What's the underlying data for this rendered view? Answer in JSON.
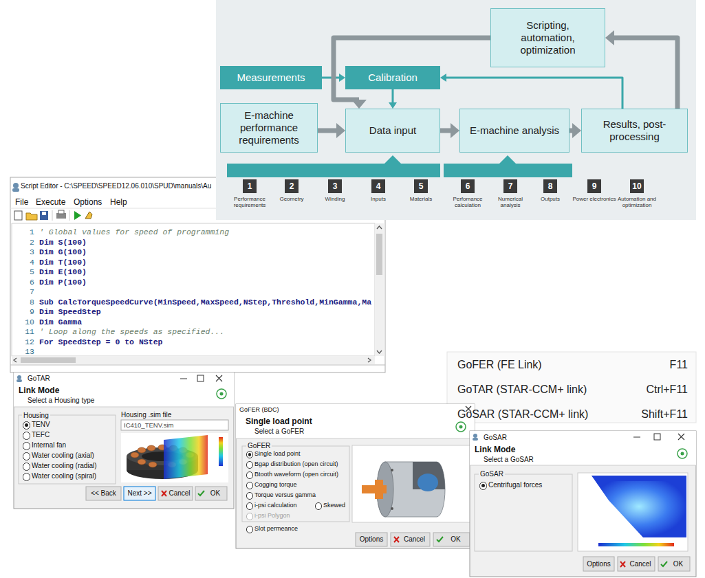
{
  "diagram": {
    "nodes": [
      {
        "text": [
          "Scripting, automation, optimization"
        ]
      },
      {
        "text": [
          "Measurements"
        ]
      },
      {
        "text": [
          "Calibration"
        ]
      },
      {
        "text": [
          "E-machine performance requirements"
        ]
      },
      {
        "text": [
          "Data input"
        ]
      },
      {
        "text": [
          "E-machine analysis"
        ]
      },
      {
        "text": [
          "Results, post-processing"
        ]
      }
    ],
    "edges": [
      {
        "from": 1,
        "to": 2,
        "arrow": "to"
      },
      {
        "from": 2,
        "to": 4,
        "arrow": "to"
      },
      {
        "from": 3,
        "to": 4,
        "arrow": "to"
      },
      {
        "from": 4,
        "to": 5,
        "arrow": "to"
      },
      {
        "from": 5,
        "to": 6,
        "arrow": "to"
      },
      {
        "from": 6,
        "to": 2,
        "arrow": "to"
      },
      {
        "from": 6,
        "to": 0,
        "arrow": "to"
      },
      {
        "from": 0,
        "to": 4,
        "arrow": "to"
      }
    ],
    "labels": [
      "1",
      "Performance requirements",
      "2",
      "Geometry",
      "3",
      "Winding",
      "4",
      "Inputs",
      "5",
      "Materials",
      "6",
      "Perfomance calculation",
      "7",
      "Numerical analysis",
      "8",
      "Outputs",
      "9",
      "Power electronics",
      "10",
      "Automation and optimization",
      "Script Editor - C:\\SPEED\\SPEED12.06.010\\SPUD\\manuals\\Au",
      "File",
      "Execute",
      "Options",
      "Help",
      "1",
      "' Global values for speed of programming",
      "2",
      "Dim S(100)",
      "3",
      "Dim G(100)",
      "4",
      "Dim T(100)",
      "5",
      "Dim E(100)",
      "6",
      "Dim P(100)",
      "7",
      "8",
      "Sub CalcTorqueSpeedCurve(MinSpeed,MaxSpeed,NStep,Threshold,MinGamma,Ma",
      "9",
      "Dim SpeedStep",
      "10",
      "Dim Gamma",
      "11",
      "' Loop along the speeds as specified...",
      "12",
      "For SpeedStep = 0 to NStep",
      "13",
      "GoFER (FE Link)",
      "F11",
      "GoTAR (STAR-CCM+ link)",
      "Ctrl+F11",
      "GoSAR (STAR-CCM+ link)",
      "Shift+F11",
      "GoTAR",
      "Link Mode",
      "Select a Housing type",
      "Housing",
      "TENV",
      "TEFC",
      "Internal fan",
      "Water cooling (axial)",
      "Water cooling (radial)",
      "Water cooling (spiral)",
      "Housing .sim file",
      "IC410_TENV.sim",
      "<< Back",
      "Next >>",
      "Cancel",
      "OK",
      "GoFER (BDC)",
      "Single load point",
      "Select a GoFER",
      "GoFER",
      "Single load point",
      "Bgap distribution (open circuit)",
      "Btooth waveform (open circuit)",
      "Cogging torque",
      "Torque versus gamma",
      "i-psi calculation",
      "Skewed",
      "i-psi Polygon",
      "Slot permeance",
      "Options",
      "Cancel",
      "OK",
      "GoSAR",
      "Link Mode",
      "Select a GoSAR",
      "GoSAR",
      "Centrifugal forces",
      "Options",
      "Cancel",
      "OK"
    ]
  }
}
